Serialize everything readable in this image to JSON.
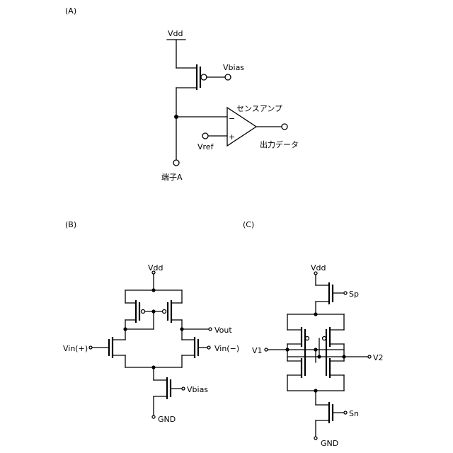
{
  "panels": {
    "a": {
      "label": "(A)",
      "vdd": "Vdd",
      "vbias": "Vbias",
      "sense_amp": "センスアンプ",
      "minus": "−",
      "plus": "+",
      "vref": "Vref",
      "output": "出力データ",
      "terminal": "端子A"
    },
    "b": {
      "label": "(B)",
      "vdd": "Vdd",
      "vout": "Vout",
      "vin_plus": "Vin(+)",
      "vin_minus": "Vin(−)",
      "vbias": "Vbias",
      "gnd": "GND"
    },
    "c": {
      "label": "(C)",
      "vdd": "Vdd",
      "sp": "Sp",
      "v1": "V1",
      "v2": "V2",
      "sn": "Sn",
      "gnd": "GND"
    }
  }
}
